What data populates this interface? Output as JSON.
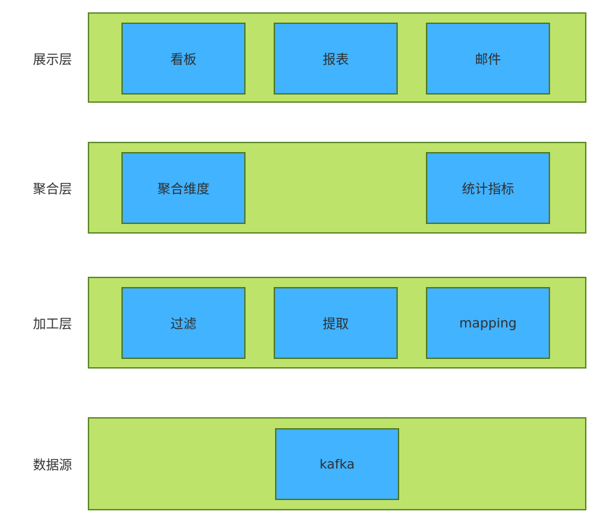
{
  "layers": [
    {
      "label": "展示层",
      "nodes": [
        {
          "label": "看板"
        },
        {
          "label": "报表"
        },
        {
          "label": "邮件"
        }
      ]
    },
    {
      "label": "聚合层",
      "nodes": [
        {
          "label": "聚合维度"
        },
        {
          "label": "统计指标"
        }
      ]
    },
    {
      "label": "加工层",
      "nodes": [
        {
          "label": "过滤"
        },
        {
          "label": "提取"
        },
        {
          "label": "mapping"
        }
      ]
    },
    {
      "label": "数据源",
      "nodes": [
        {
          "label": "kafka"
        }
      ]
    }
  ],
  "colors": {
    "band_fill": "#bde36a",
    "band_border": "#5f8a2c",
    "node_fill": "#42b3ff",
    "node_border": "#4f7a26",
    "text": "#333333",
    "background": "#ffffff"
  }
}
